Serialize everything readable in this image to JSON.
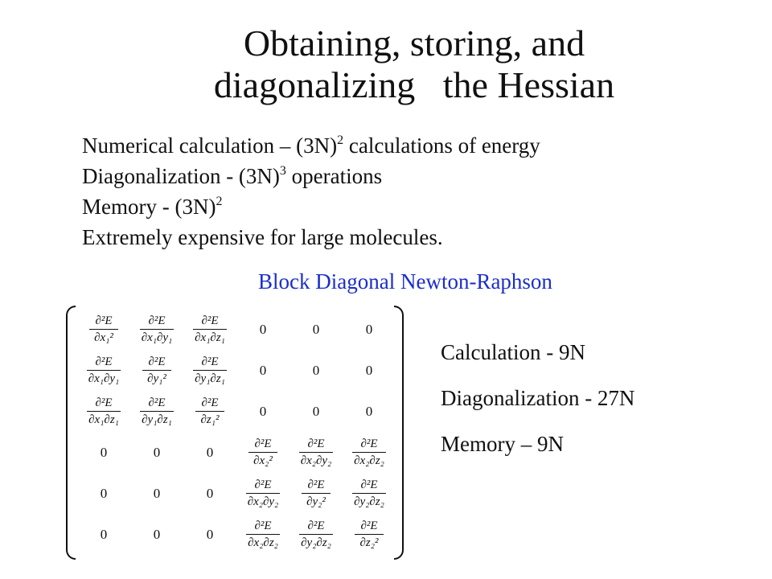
{
  "slide": {
    "title_line1": "Obtaining, storing, and",
    "title_line2": "diagonalizing   the Hessian",
    "bullets": [
      {
        "pre": "Numerical calculation – (3N)",
        "sup": "2",
        "post": " calculations of energy"
      },
      {
        "pre": "Diagonalization - (3N)",
        "sup": "3",
        "post": " operations"
      },
      {
        "pre": "Memory - (3N)",
        "sup": "2",
        "post": ""
      },
      {
        "pre": "Extremely expensive for large molecules.",
        "sup": "",
        "post": ""
      }
    ],
    "subtitle": "Block Diagonal Newton-Raphson",
    "subtitle_color": "#1a2ecc",
    "costs": [
      "Calculation - 9N",
      "Diagonalization - 27N",
      "Memory – 9N"
    ]
  },
  "matrix": {
    "zero": "0",
    "numerator": "∂²E",
    "blocks": [
      [
        [
          "∂x₁²",
          "∂x₁∂y₁",
          "∂x₁∂z₁"
        ],
        [
          "∂x₁∂y₁",
          "∂y₁²",
          "∂y₁∂z₁"
        ],
        [
          "∂x₁∂z₁",
          "∂y₁∂z₁",
          "∂z₁²"
        ]
      ],
      [
        [
          "∂x₂²",
          "∂x₂∂y₂",
          "∂x₂∂z₂"
        ],
        [
          "∂x₂∂y₂",
          "∂y₂²",
          "∂y₂∂z₂"
        ],
        [
          "∂x₂∂z₂",
          "∂y₂∂z₂",
          "∂z₂²"
        ]
      ]
    ]
  }
}
